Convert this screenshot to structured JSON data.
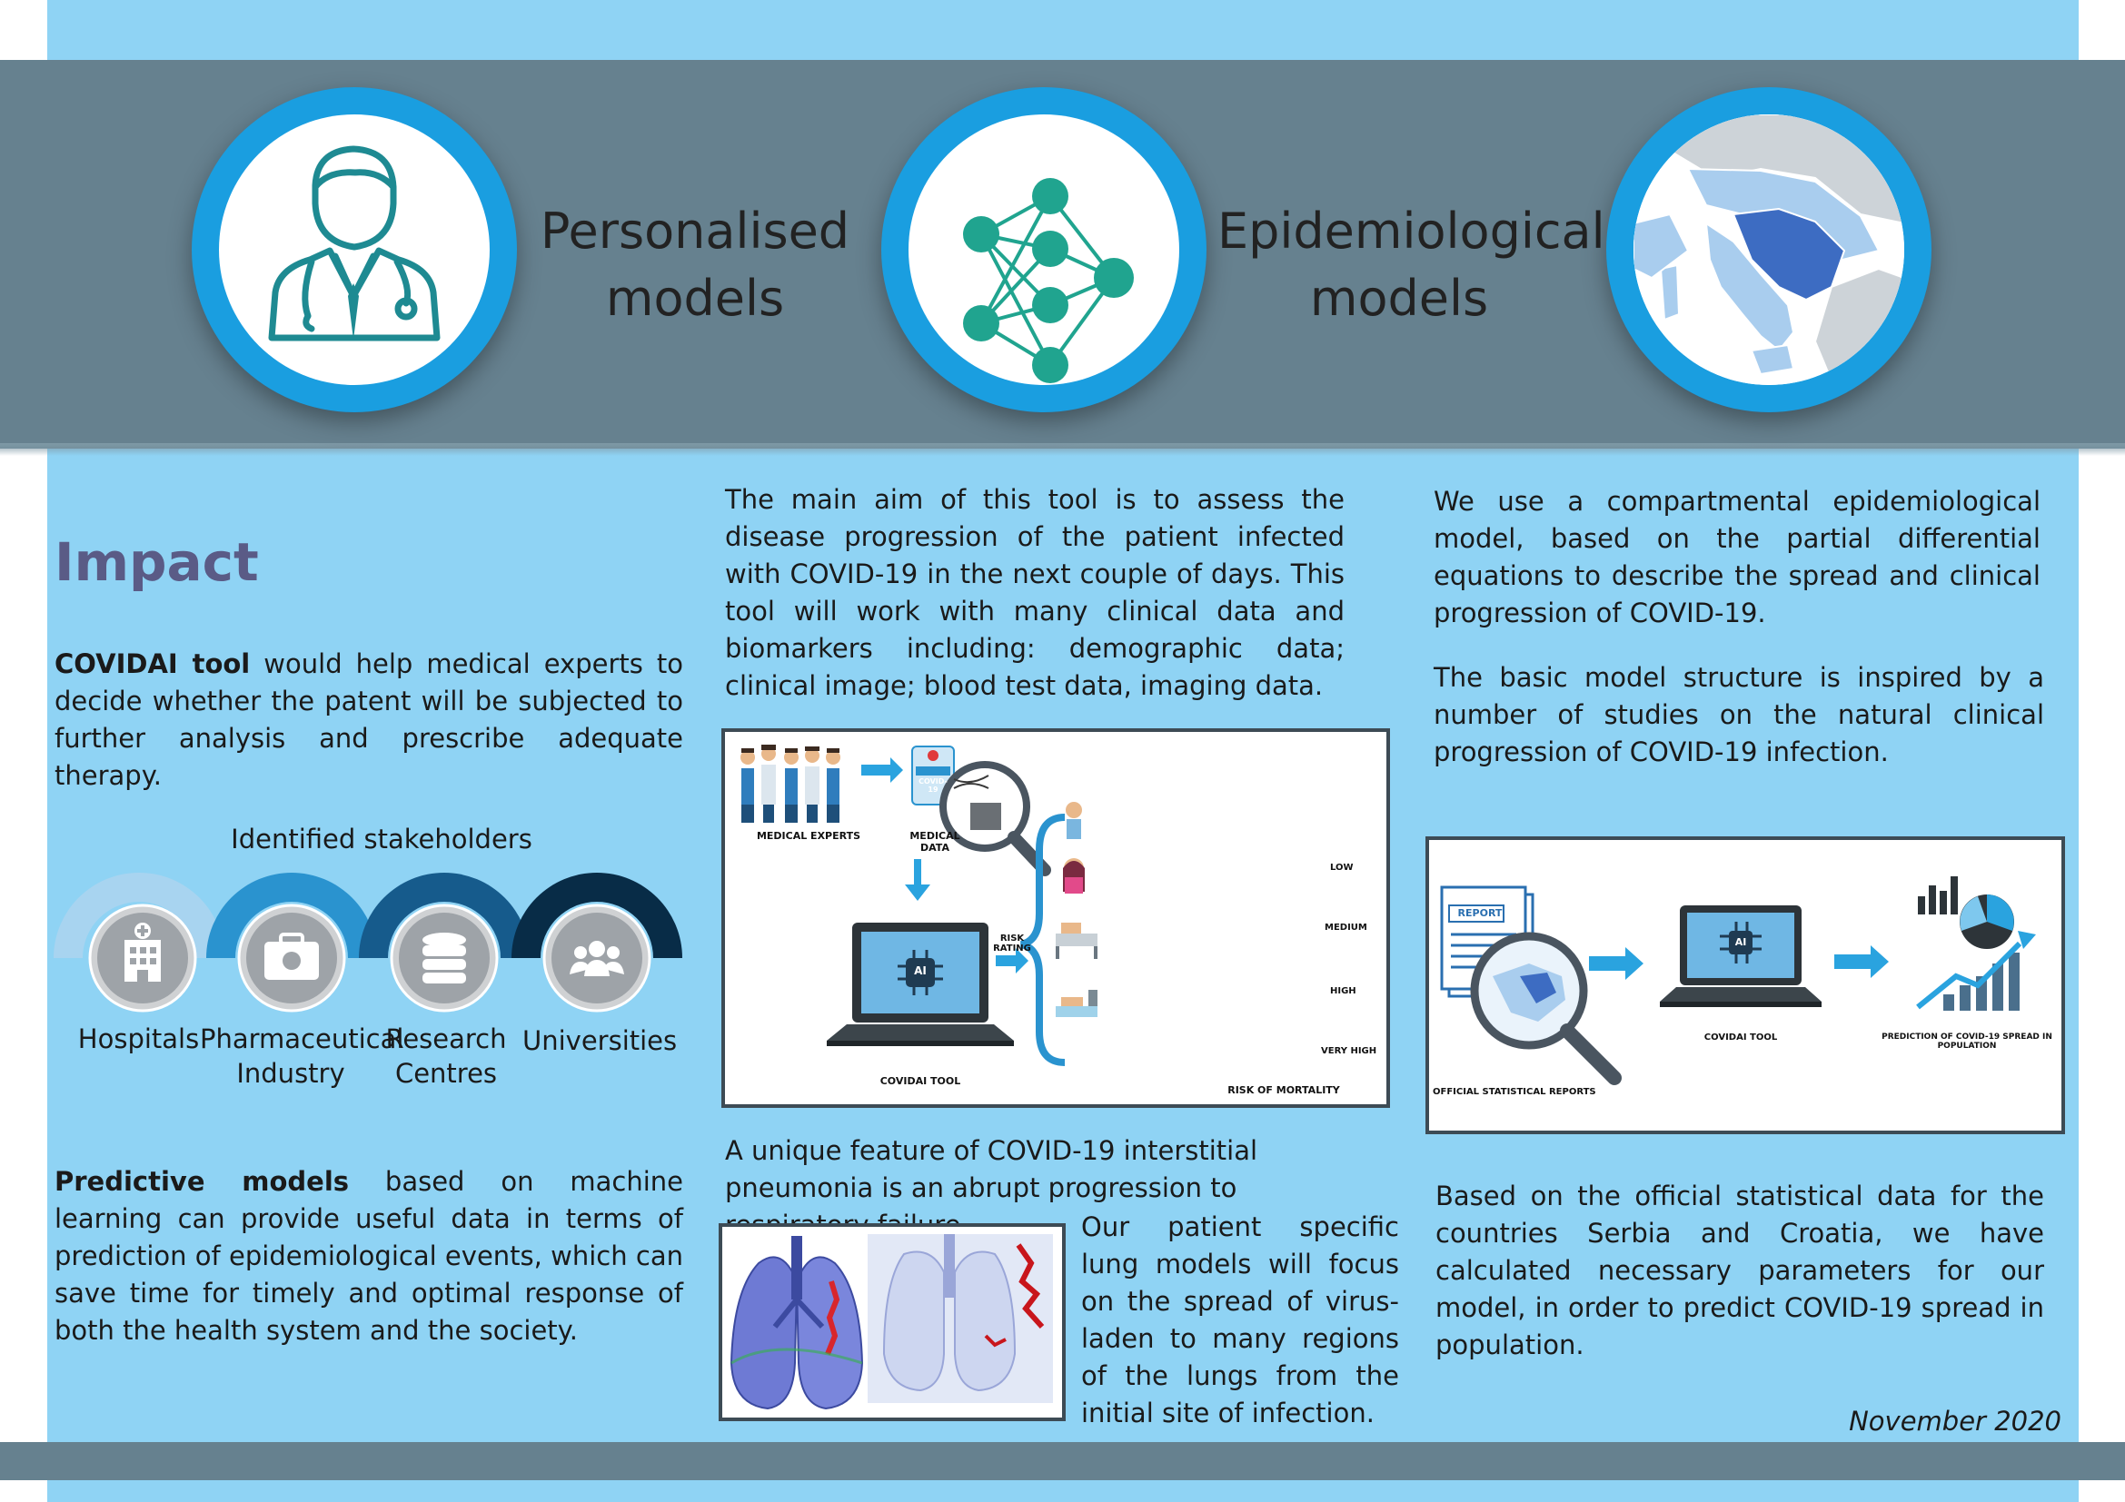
{
  "header": {
    "personalised_title_line1": "Personalised",
    "personalised_title_line2": "models",
    "epidemiological_title_line1": "Epidemiological",
    "epidemiological_title_line2": "models"
  },
  "impact": {
    "heading": "Impact",
    "covidai_bold": "COVIDAI tool",
    "covidai_text": " would help medical experts to decide whether the patent will be subjected to further analysis and prescribe adequate therapy.",
    "stakeholders_title": "Identified stakeholders",
    "stakeholders": [
      {
        "label1": "Hospitals",
        "label2": "",
        "icon": "hospital-icon",
        "color": "#a8d4f0"
      },
      {
        "label1": "Pharmaceutical",
        "label2": "Industry",
        "icon": "medkit-icon",
        "color": "#2a93cf"
      },
      {
        "label1": "Research",
        "label2": "Centres",
        "icon": "database-icon",
        "color": "#165b8c"
      },
      {
        "label1": "Universities",
        "label2": "",
        "icon": "people-icon",
        "color": "#082c47"
      }
    ],
    "predictive_bold": "Predictive models",
    "predictive_text": " based on machine learning can provide useful data in terms of prediction of epidemiological events, which can save time for timely and optimal response of both the health system and the society."
  },
  "middle": {
    "aim_text": "The main aim of this tool is to assess the disease progression of the patient infected with COVID-19 in the next couple of days. This tool will work with many clinical data and biomarkers including: demographic data; clinical image; blood test data, imaging data.",
    "figure": {
      "medical_experts": "MEDICAL EXPERTS",
      "medical_data": "MEDICAL DATA",
      "covid_badge": "COVID-19",
      "risk_rating": "RISK RATING",
      "covidai_tool": "COVIDAI TOOL",
      "ai_chip": "AI",
      "risk_of_mortality": "RISK OF MORTALITY",
      "levels": [
        "LOW",
        "MEDIUM",
        "HIGH",
        "VERY HIGH"
      ]
    },
    "pneumonia_text": "A unique feature of COVID-19 interstitial pneumonia is an abrupt progression to respiratory failure.",
    "lung_text": "Our patient specific lung models will focus on the spread of virus-laden to many regions of the lungs from the initial site of infection."
  },
  "right": {
    "compartment_text": "We use a compartmental epidemiological model, based on the partial differential equations to describe the spread and clinical progression of COVID-19.",
    "basic_model_text": "The basic model structure is inspired by a number of studies on the natural clinical progression of COVID-19 infection.",
    "figure": {
      "report": "REPORT",
      "official_reports": "OFFICIAL STATISTICAL REPORTS",
      "covidai_tool": "COVIDAI TOOL",
      "ai_chip": "AI",
      "prediction": "PREDICTION OF COVID-19 SPREAD IN POPULATION"
    },
    "official_text": "Based on the official statistical data for the countries Serbia and Croatia, we have calculated necessary parameters for our model, in order to predict COVID-19 spread in population."
  },
  "footer": {
    "date": "November 2020"
  }
}
